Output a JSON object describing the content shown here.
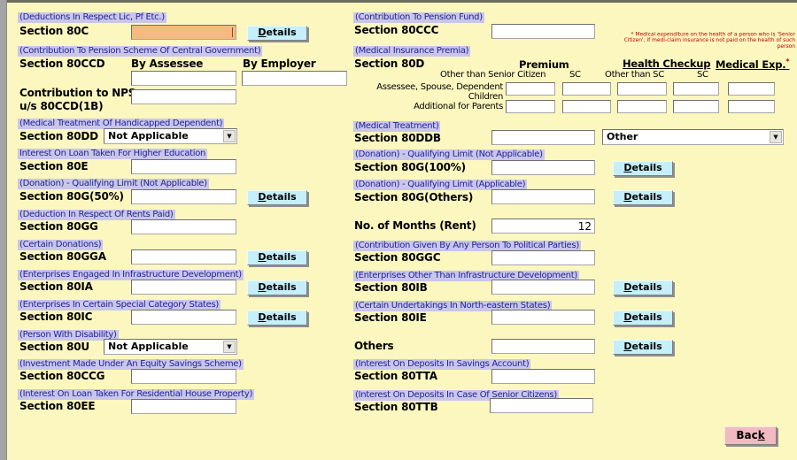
{
  "colors": {
    "page_bg": "#FBF7BF",
    "caption_bg": "#C9C6E9",
    "caption_text": "#22229B",
    "focused_input_bg": "#F5BA7F",
    "details_button_bg": "#C5EFFA",
    "back_button_bg": "#F2B9C1",
    "note_red": "#C00000"
  },
  "icons": {
    "dropdown_arrow": "▼"
  },
  "buttons": {
    "details_accel": "D",
    "details_rest": "etails",
    "back_pre": "Bac",
    "back_accel": "k"
  },
  "note": "* Medical expenditure on the health of a person who is 'Senior Citizen', if medi-claim insurance is not paid on the health of such person",
  "left": {
    "s80c": {
      "caption": "(Deductions In Respect Lic, Pf Etc.)",
      "name": "Section 80C",
      "value": ""
    },
    "s80ccd": {
      "caption": "(Contribution To Pension Scheme Of Central Government)",
      "name": "Section 80CCD",
      "col1": "By Assessee",
      "col2": "By Employer",
      "value_assessee": "",
      "value_employer": ""
    },
    "nps": {
      "line1": "Contribution to NPS",
      "line2": "u/s 80CCD(1B)",
      "value": ""
    },
    "s80dd": {
      "caption": "(Medical Treatment Of Handicapped Dependent)",
      "name": "Section 80DD",
      "value": "Not Applicable"
    },
    "s80e": {
      "caption": "Interest On Loan Taken For Higher Education",
      "name": "Section 80E",
      "value": ""
    },
    "s80g50": {
      "caption": "(Donation) - Qualifying Limit (Not Applicable)",
      "name": "Section 80G(50%)",
      "value": ""
    },
    "s80gg": {
      "caption": "(Deduction In Respect Of Rents Paid)",
      "name": "Section 80GG",
      "value": ""
    },
    "s80gga": {
      "caption": "(Certain Donations)",
      "name": "Section 80GGA",
      "value": ""
    },
    "s80ia": {
      "caption": "(Enterprises Engaged In Infrastructure Development)",
      "name": "Section 80IA",
      "value": ""
    },
    "s80ic": {
      "caption": "(Enterprises In Certain Special Category States)",
      "name": "Section 80IC",
      "value": ""
    },
    "s80u": {
      "caption": "(Person With Disability)",
      "name": "Section 80U",
      "value": "Not Applicable"
    },
    "s80ccg": {
      "caption": "(Investment Made Under An Equity Savings Scheme)",
      "name": "Section 80CCG",
      "value": ""
    },
    "s80ee": {
      "caption": "(Interest On Loan Taken For Residential House Property)",
      "name": "Section 80EE",
      "value": ""
    }
  },
  "right": {
    "s80ccc": {
      "caption": "(Contribution To Pension Fund)",
      "name": "Section 80CCC",
      "value": ""
    },
    "s80d": {
      "caption": "(Medical Insurance Premia)",
      "name": "Section 80D",
      "h_premium": "Premium",
      "h_checkup": "Health Checkup",
      "h_medexp": "Medical Exp.",
      "h_medexp_mark": "*",
      "sub1": "Other than Senior Citizen",
      "sub2": "SC",
      "sub3": "Other than SC",
      "sub4": "SC",
      "row1a": "Assessee, Spouse, Dependent",
      "row1b": "Children",
      "row2": "Additional for Parents",
      "grid_values": {
        "r1c1": "",
        "r1c2": "",
        "r1c3": "",
        "r1c4": "",
        "r1c5": "",
        "r2c1": "",
        "r2c2": "",
        "r2c3": "",
        "r2c4": "",
        "r2c5": ""
      }
    },
    "s80ddb": {
      "caption": "(Medical Treatment)",
      "name": "Section 80DDB",
      "value": "",
      "dropdown_value": "Other"
    },
    "s80g100": {
      "caption": "(Donation) - Qualifying Limit (Not Applicable)",
      "name": "Section 80G(100%)",
      "value": ""
    },
    "s80gothers": {
      "caption": "(Donation) - Qualifying Limit (Applicable)",
      "name": "Section 80G(Others)",
      "value": ""
    },
    "months": {
      "name": "No. of Months (Rent)",
      "value": "12"
    },
    "s80ggc": {
      "caption": "(Contribution Given By Any Person To Political Parties)",
      "name": "Section 80GGC",
      "value": ""
    },
    "s80ib": {
      "caption": "(Enterprises Other Than Infrastructure Development)",
      "name": "Section 80IB",
      "value": ""
    },
    "s80ie": {
      "caption": "(Certain Undertakings In North-eastern States)",
      "name": "Section 80IE",
      "value": ""
    },
    "others": {
      "name": "Others",
      "value": ""
    },
    "s80tta": {
      "caption": "(Interest On Deposits In Savings Account)",
      "name": "Section 80TTA",
      "value": ""
    },
    "s80ttb": {
      "caption": "(Interest On Deposits In Case Of Senior Citizens)",
      "name": "Section 80TTB",
      "value": ""
    }
  }
}
